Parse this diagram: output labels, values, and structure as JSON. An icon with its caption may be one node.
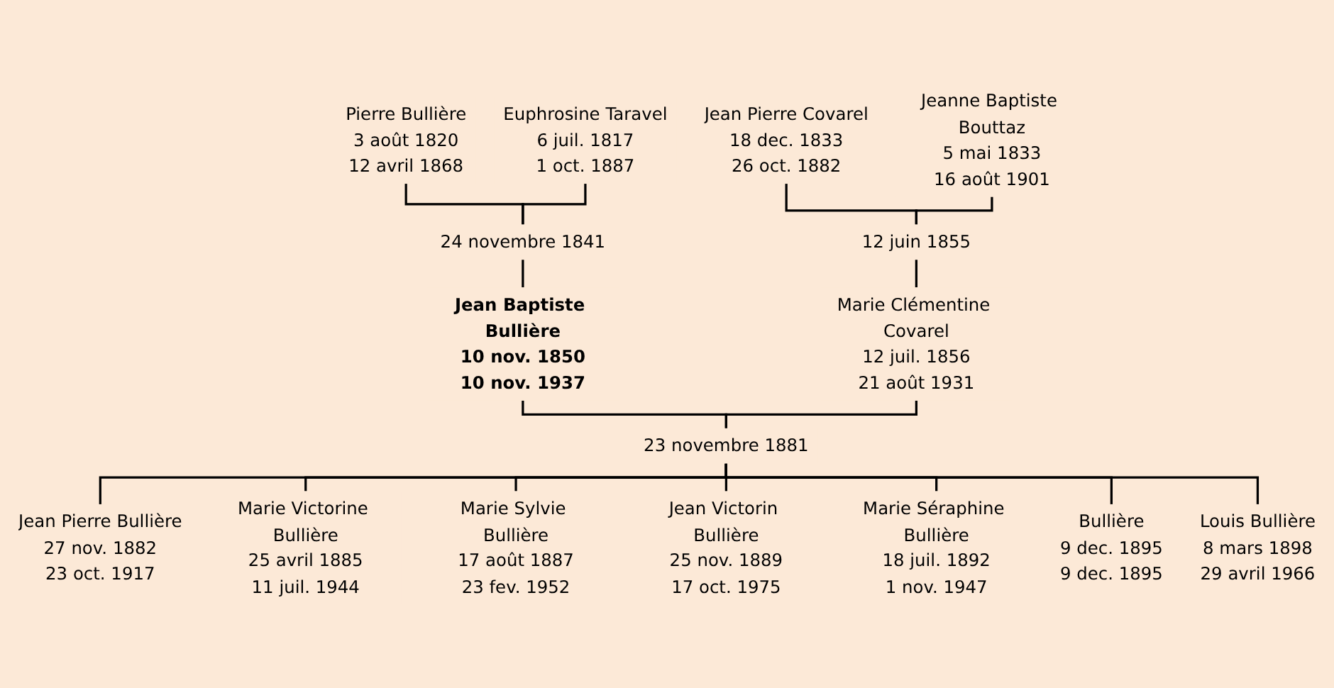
{
  "diagram": {
    "nodes": [
      {
        "text": [
          "Pierre Bullière",
          "3 août 1820",
          "12 avril 1868"
        ]
      },
      {
        "text": [
          "Euphrosine Taravel",
          "6 juil. 1817",
          "1 oct. 1887"
        ]
      },
      {
        "text": [
          "Jean Pierre Covarel",
          "18 dec. 1833",
          "26 oct. 1882"
        ]
      },
      {
        "text": [
          "Jeanne Baptiste Bouttaz",
          "5 mai 1833",
          "16 août 1901"
        ]
      },
      {
        "text": [
          "24 novembre 1841"
        ]
      },
      {
        "text": [
          "12 juin 1855"
        ]
      },
      {
        "text": [
          "Jean Baptiste Bullière",
          "10 nov. 1850",
          "10 nov. 1937"
        ]
      },
      {
        "text": [
          "Marie Clémentine Covarel",
          "12 juil. 1856",
          "21 août 1931"
        ]
      },
      {
        "text": [
          "23 novembre 1881"
        ]
      },
      {
        "text": [
          "Jean Pierre Bullière",
          "27 nov. 1882",
          "23 oct. 1917"
        ]
      },
      {
        "text": [
          "Marie Victorine Bullière",
          "25 avril 1885",
          "11 juil. 1944"
        ]
      },
      {
        "text": [
          "Marie Sylvie Bullière",
          "17 août 1887",
          "23 fev. 1952"
        ]
      },
      {
        "text": [
          "Jean Victorin Bullière",
          "25 nov. 1889",
          "17 oct. 1975"
        ]
      },
      {
        "text": [
          "Marie Séraphine Bullière",
          "18 juil. 1892",
          "1 nov. 1947"
        ]
      },
      {
        "text": [
          "Bullière",
          "9 dec. 1895",
          "9 dec. 1895"
        ]
      },
      {
        "text": [
          "Louis Bullière",
          "8 mars 1898",
          "29 avril 1966"
        ]
      }
    ],
    "edges": [
      {
        "from": 0,
        "to": 4,
        "arrow": "none"
      },
      {
        "from": 1,
        "to": 4,
        "arrow": "none"
      },
      {
        "from": 2,
        "to": 5,
        "arrow": "none"
      },
      {
        "from": 3,
        "to": 5,
        "arrow": "none"
      },
      {
        "from": 4,
        "to": 6,
        "arrow": "none"
      },
      {
        "from": 5,
        "to": 7,
        "arrow": "none"
      },
      {
        "from": 6,
        "to": 8,
        "arrow": "none"
      },
      {
        "from": 7,
        "to": 8,
        "arrow": "none"
      },
      {
        "from": 8,
        "to": 9,
        "arrow": "none"
      },
      {
        "from": 8,
        "to": 10,
        "arrow": "none"
      },
      {
        "from": 8,
        "to": 11,
        "arrow": "none"
      },
      {
        "from": 8,
        "to": 12,
        "arrow": "none"
      },
      {
        "from": 8,
        "to": 13,
        "arrow": "none"
      },
      {
        "from": 8,
        "to": 14,
        "arrow": "none"
      },
      {
        "from": 8,
        "to": 15,
        "arrow": "none"
      }
    ]
  }
}
